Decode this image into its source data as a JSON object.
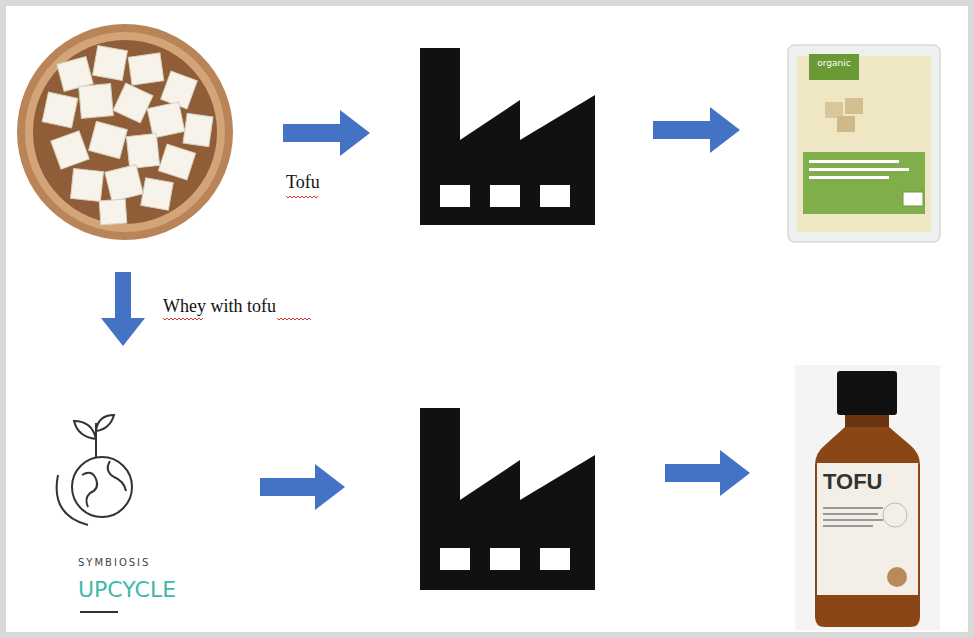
{
  "diagram": {
    "nodes": [
      {
        "text": [
          "organic"
        ]
      },
      {
        "text": [
          "SYMBIOSIS",
          "UPCYCLE"
        ]
      },
      {
        "text": [
          "TOFU"
        ]
      }
    ],
    "labels": [
      "Tofu",
      "Whey with tofu"
    ]
  }
}
